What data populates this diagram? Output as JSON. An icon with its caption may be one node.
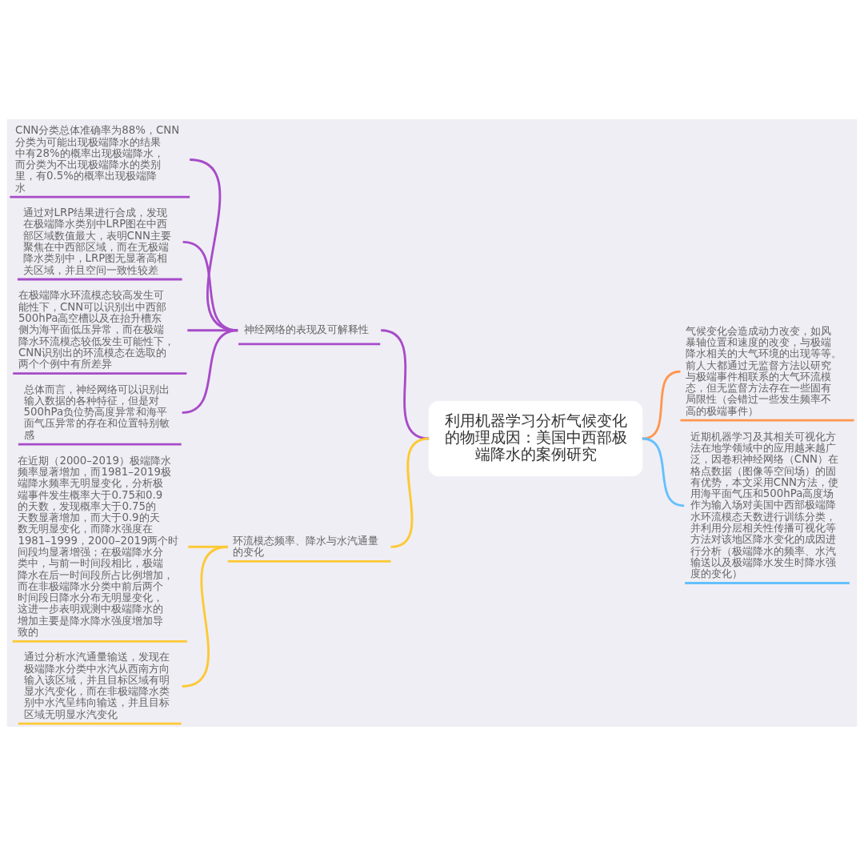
{
  "diagram": {
    "nodes": [
      {
        "text": [
          "利用机器学习分析气候变化的物理成因：美国中西部极端降水的案例研究"
        ]
      },
      {
        "text": [
          "神经网络的表现及可解释性"
        ]
      },
      {
        "text": [
          "CNN分类总体准确率为88%，CNN分类为可能出现极端降水的结果中有28%的概率出现极端降水，而分类为不出现极端降水的类别里，有0.5%的概率出现极端降水"
        ]
      },
      {
        "text": [
          "通过对LRP结果进行合成，发现在极端降水类别中LRP图在中西部区域数值最大，表明CNN主要聚焦在中西部区域，而在无极端降水类别中，LRP图无显著高相关区域，并且空间一致性较差"
        ]
      },
      {
        "text": [
          "在极端降水环流模态较高发生可能性下，CNN可以识别出中西部500hPa高空槽以及在抬升槽东侧为海平面低压异常，而在极端降水环流模态较低发生可能性下，CNN识别出的环流模态在选取的两个个例中有所差异"
        ]
      },
      {
        "text": [
          "总体而言，神经网络可以识别出输入数据的各种特征，但是对500hPa负位势高度异常和海平面气压异常的存在和位置特别敏感"
        ]
      },
      {
        "text": [
          "气候变化会造成动力改变，如风暴轴位置和速度的改变，与极端降水相关的大气环境的出现等等。前人大都通过无监督方法以研究与极端事件相联系的大气环流模态，但无监督方法存在一些固有局限性（会错过一些发生频率不高的极端事件）"
        ]
      },
      {
        "text": [
          "近期机器学习及其相关可视化方法在地学领域中的应用越来越广泛，因卷积神经网络（CNN）在格点数据（图像等空间场）的固有优势，本文采用CNN方法，使用海平面气压和500hPa高度场作为输入场对美国中西部极端降水环流模态天数进行训练分类，并利用分层相关性传播可视化等方法对该地区降水变化的成因进行分析（极端降水的频率、水汽输送以及极端降水发生时降水强度的变化）"
        ]
      },
      {
        "text": [
          "环流模态频率、降水与水汽通量的变化"
        ]
      },
      {
        "text": [
          "在近期（2000–2019）极端降水频率显著增加，而1981–2019极端降水频率无明显变化，分析极端事件发生概率大于0.75和0.9的天数，发现概率大于0.75的天数显著增加，而大于0.9的天数无明显变化，而降水强度在1981–1999，2000–2019两个时间段均显著增强；在极端降水分类中，与前一时间段相比，极端降水在后一时间段所占比例增加，而在非极端降水分类中前后两个时间段日降水分布无明显变化，这进一步表明观测中极端降水的增加主要是降水降水强度增加导致的"
        ]
      },
      {
        "text": [
          "通过分析水汽通量输送，发现在极端降水分类中水汽从西南方向输入该区域，并且目标区域有明显水汽变化，而在非极端降水类别中水汽呈纬向输送，并且目标区域无明显水汽变化"
        ]
      }
    ],
    "edges": [
      {
        "from": 0,
        "to": 1,
        "arrow": "none",
        "color": "#a74bc9"
      },
      {
        "from": 1,
        "to": 2,
        "arrow": "none",
        "color": "#a74bc9"
      },
      {
        "from": 1,
        "to": 3,
        "arrow": "none",
        "color": "#a74bc9"
      },
      {
        "from": 1,
        "to": 4,
        "arrow": "none",
        "color": "#a74bc9"
      },
      {
        "from": 1,
        "to": 5,
        "arrow": "none",
        "color": "#a74bc9"
      },
      {
        "from": 0,
        "to": 6,
        "arrow": "none",
        "color": "#ff9650"
      },
      {
        "from": 0,
        "to": 7,
        "arrow": "none",
        "color": "#62c0ff"
      },
      {
        "from": 0,
        "to": 8,
        "arrow": "none",
        "color": "#fcc936"
      },
      {
        "from": 8,
        "to": 9,
        "arrow": "none",
        "color": "#fcc936"
      },
      {
        "from": 8,
        "to": 10,
        "arrow": "none",
        "color": "#fcc936"
      }
    ]
  }
}
